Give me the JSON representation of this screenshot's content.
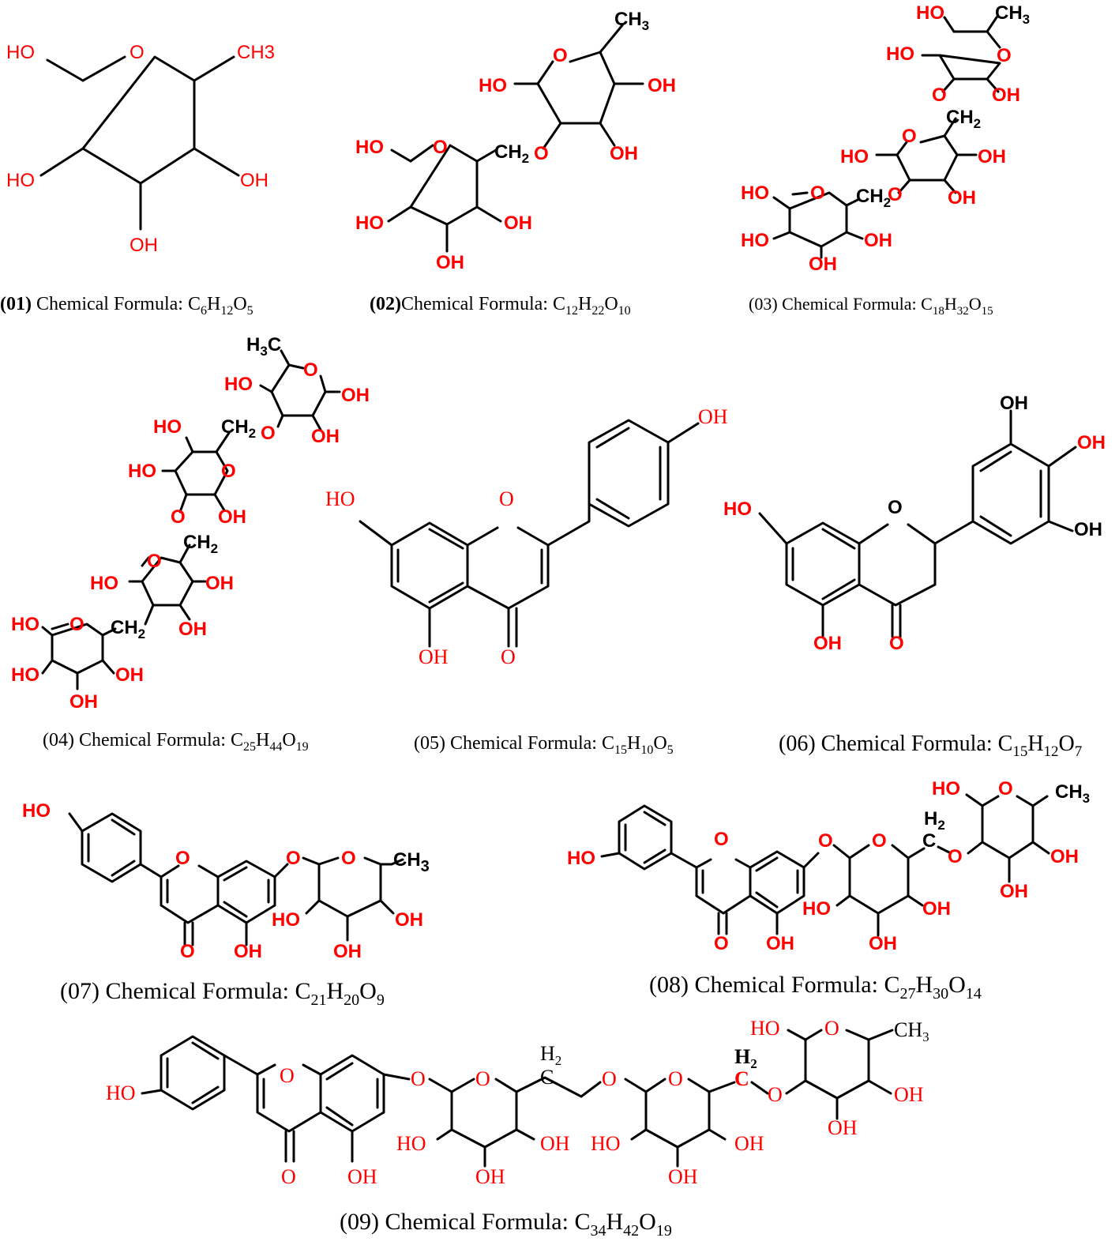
{
  "atoms": {
    "ho": "HO",
    "oh": "OH",
    "o": "O",
    "ch3_plain": "CH3",
    "ch": "CH",
    "c": "C",
    "h": "H",
    "h3c_h": "H",
    "h3c_sub": "3",
    "h3c_c": "C",
    "sub2": "2",
    "sub3": "3"
  },
  "captions": [
    {
      "id": "01",
      "number": "(01)",
      "number_bold": true,
      "label": " Chemical Formula: ",
      "formula": [
        [
          "C",
          ""
        ],
        [
          "6",
          "sub"
        ],
        [
          "H",
          ""
        ],
        [
          "12",
          "sub"
        ],
        [
          "O",
          ""
        ],
        [
          "5",
          "sub"
        ]
      ]
    },
    {
      "id": "02",
      "number": "(02)",
      "number_bold": true,
      "label": "Chemical Formula: ",
      "formula": [
        [
          "C",
          ""
        ],
        [
          "12",
          "sub"
        ],
        [
          "H",
          ""
        ],
        [
          "22",
          "sub"
        ],
        [
          "O",
          ""
        ],
        [
          "10",
          "sub"
        ]
      ]
    },
    {
      "id": "03",
      "number": "(03)",
      "number_bold": false,
      "label": " Chemical Formula: ",
      "formula": [
        [
          "C",
          ""
        ],
        [
          "18",
          "sub"
        ],
        [
          "H",
          ""
        ],
        [
          "32",
          "sub"
        ],
        [
          "O",
          ""
        ],
        [
          "15",
          "sub"
        ]
      ]
    },
    {
      "id": "04",
      "number": "(04)",
      "number_bold": false,
      "label": " Chemical Formula: ",
      "formula": [
        [
          "C",
          ""
        ],
        [
          "25",
          "sub"
        ],
        [
          "H",
          ""
        ],
        [
          "44",
          "sub"
        ],
        [
          "O",
          ""
        ],
        [
          "19",
          "sub"
        ]
      ]
    },
    {
      "id": "05",
      "number": "(05)",
      "number_bold": false,
      "label": " Chemical Formula: ",
      "formula": [
        [
          "C",
          ""
        ],
        [
          "15",
          "sub"
        ],
        [
          "H",
          ""
        ],
        [
          "10",
          "sub"
        ],
        [
          "O",
          ""
        ],
        [
          "5",
          "sub"
        ]
      ]
    },
    {
      "id": "06",
      "number": "(06)",
      "number_bold": false,
      "label": " Chemical Formula: ",
      "formula": [
        [
          "C",
          ""
        ],
        [
          "15",
          "sub"
        ],
        [
          "H",
          ""
        ],
        [
          "12",
          "sub"
        ],
        [
          "O",
          ""
        ],
        [
          "7",
          "sub"
        ]
      ]
    },
    {
      "id": "07",
      "number": "(07)",
      "number_bold": false,
      "label": " Chemical Formula: ",
      "formula": [
        [
          "C",
          ""
        ],
        [
          "21",
          "sub"
        ],
        [
          "H",
          ""
        ],
        [
          "20",
          "sub"
        ],
        [
          "O",
          ""
        ],
        [
          "9",
          "sub"
        ]
      ]
    },
    {
      "id": "08",
      "number": "(08)",
      "number_bold": false,
      "label": " Chemical Formula: ",
      "formula": [
        [
          "C",
          ""
        ],
        [
          "27",
          "sub"
        ],
        [
          "H",
          ""
        ],
        [
          "30",
          "sub"
        ],
        [
          "O",
          ""
        ],
        [
          "14",
          "sub"
        ]
      ]
    },
    {
      "id": "09",
      "number": "(09)",
      "number_bold": false,
      "label": " Chemical Formula: ",
      "formula": [
        [
          "C",
          ""
        ],
        [
          "34",
          "sub"
        ],
        [
          "H",
          ""
        ],
        [
          "42",
          "sub"
        ],
        [
          "O",
          ""
        ],
        [
          "19",
          "sub"
        ]
      ]
    }
  ],
  "colors": {
    "heteroatom": "#ff0000",
    "bond": "#000000",
    "background": "#ffffff"
  }
}
